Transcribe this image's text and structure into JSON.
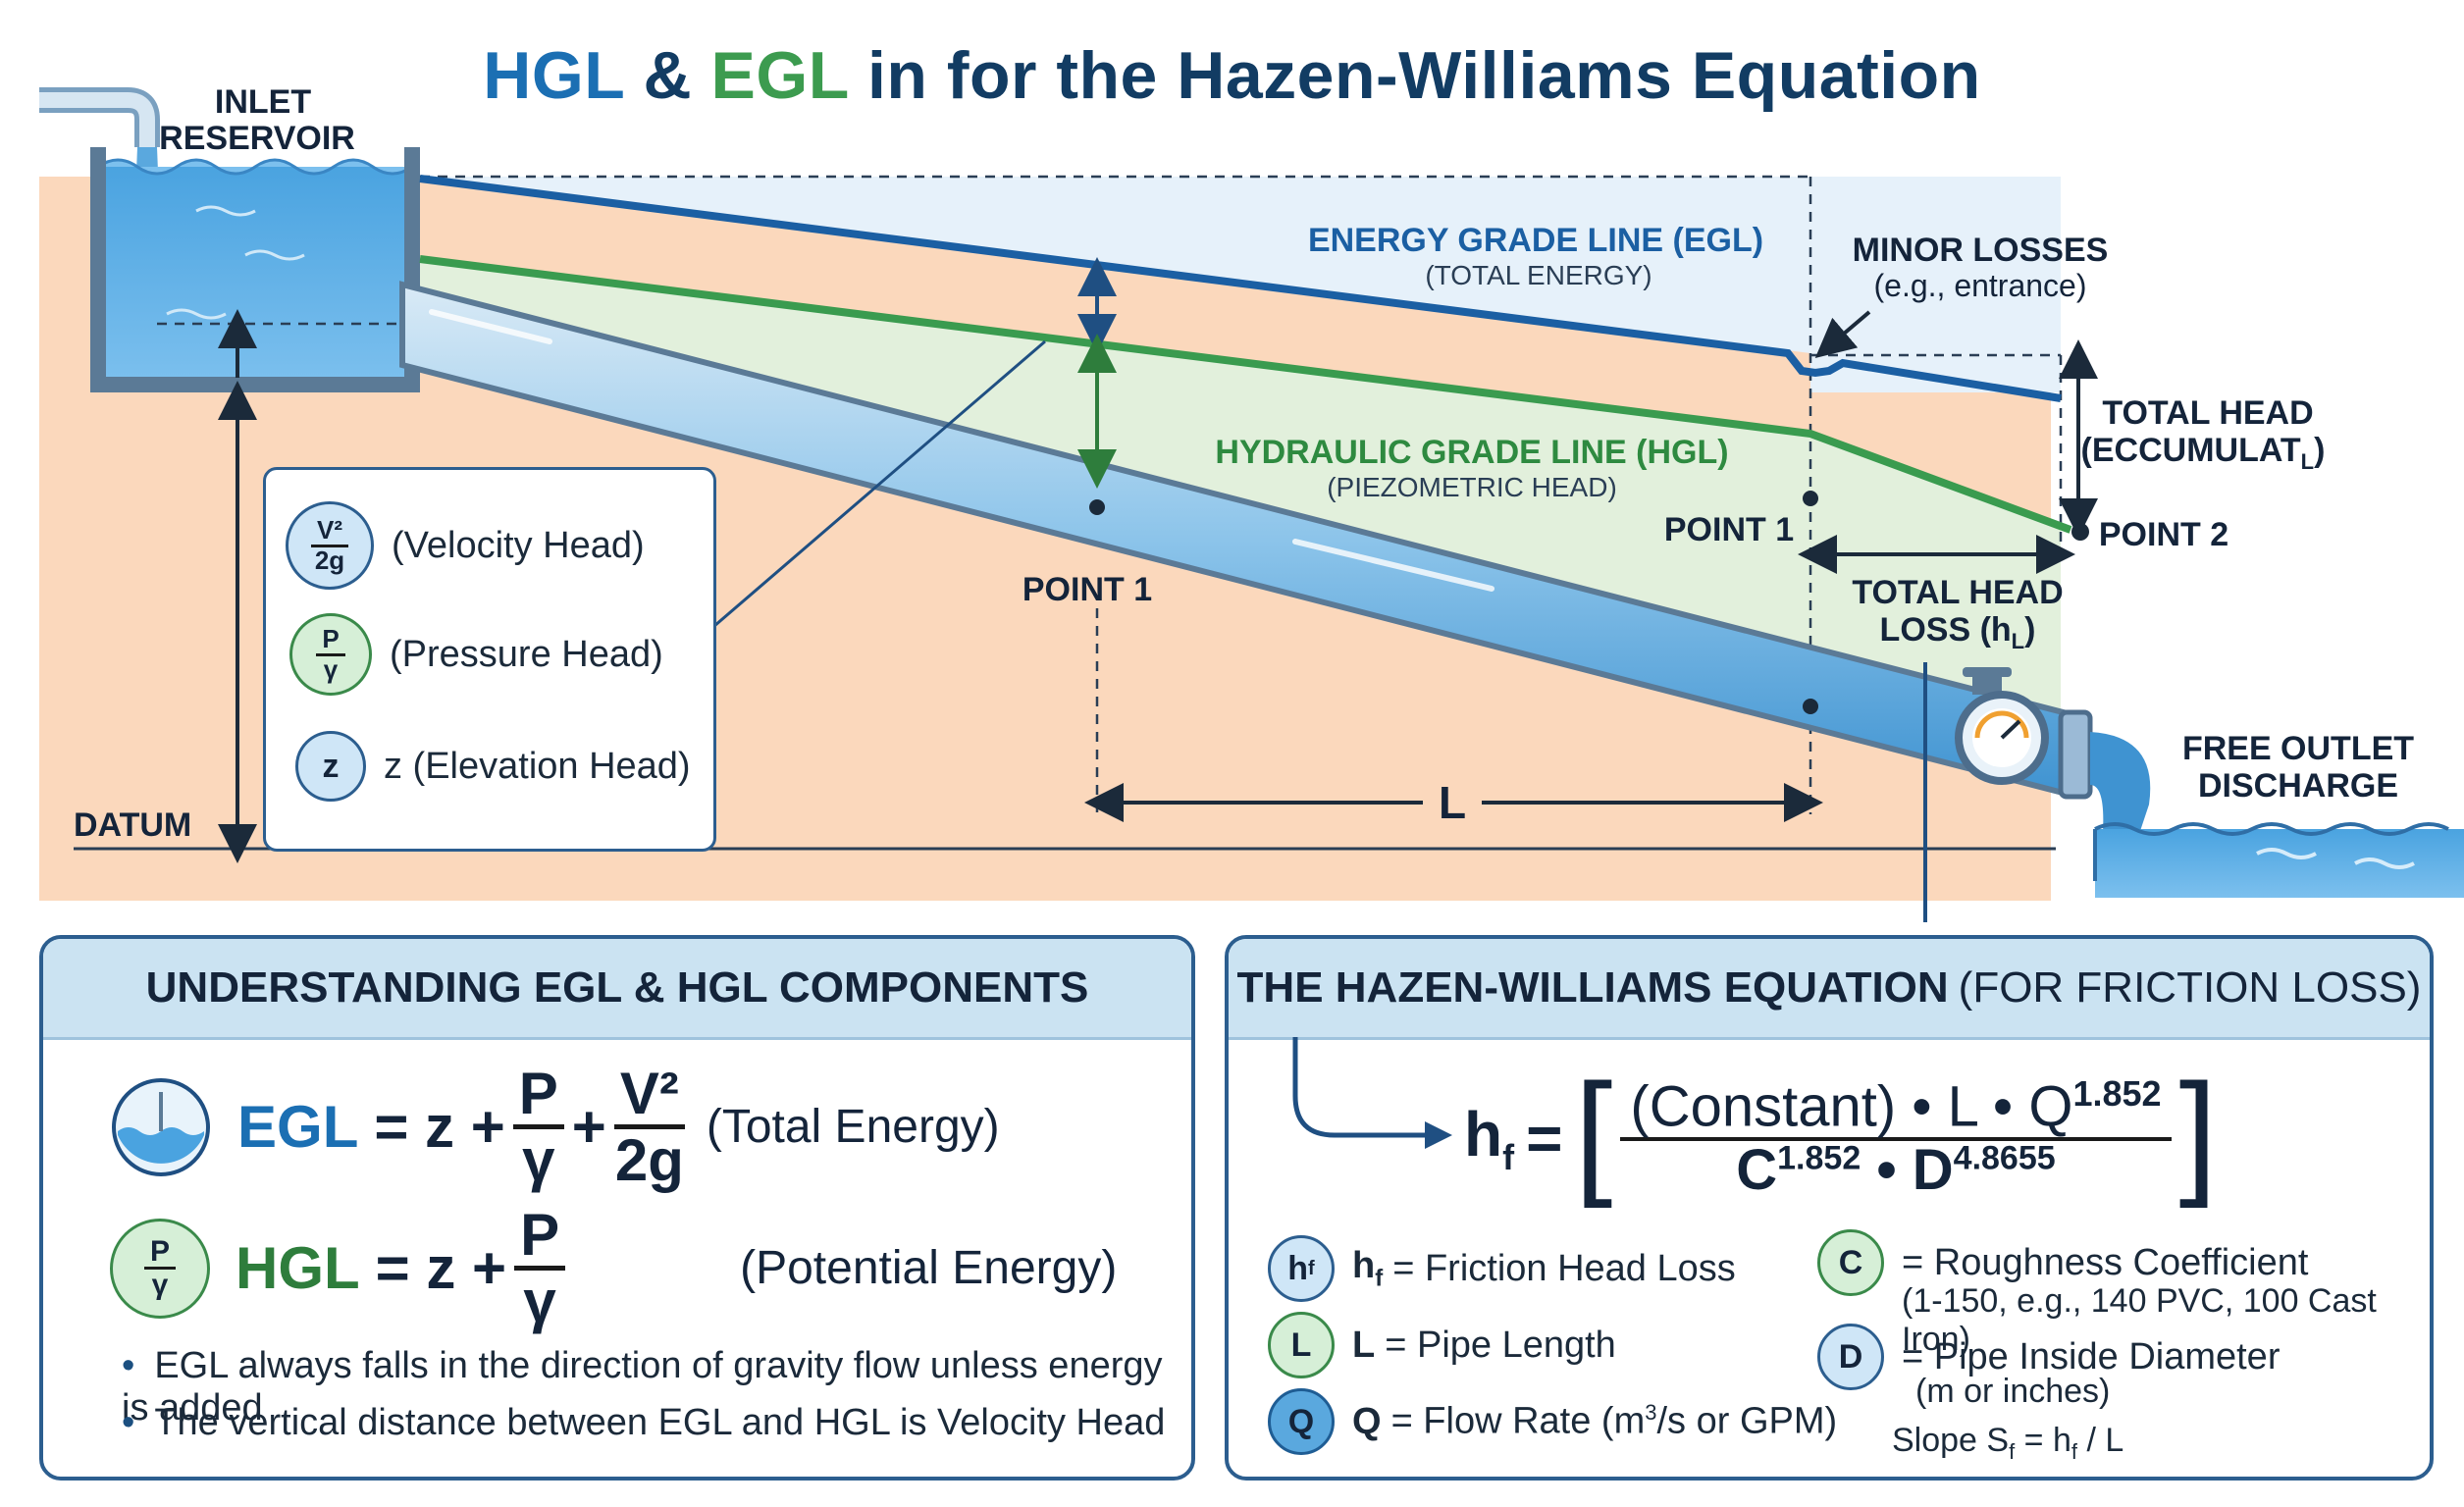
{
  "title": {
    "part1": "HGL",
    "part2": "&",
    "part3": "EGL",
    "part4": "in for the Hazen-Williams Equation"
  },
  "diagram": {
    "inlet_reservoir": [
      "INLET",
      "RESERVOIR"
    ],
    "egl_label": "ENERGY GRADE LINE (EGL)",
    "egl_sub": "(TOTAL ENERGY)",
    "hgl_label": "HYDRAULIC GRADE LINE (HGL)",
    "hgl_sub": "(PIEZOMETRIC HEAD)",
    "minor_losses": "MINOR LOSSES",
    "minor_losses_sub": "(e.g., entrance)",
    "total_head_accum": [
      "TOTAL HEAD",
      "(ECCUMULAT",
      "L",
      ")"
    ],
    "point1_pipe": "POINT 1",
    "point1_right": "POINT 1",
    "point2": "POINT 2",
    "total_head_loss": [
      "TOTAL HEAD",
      "LOSS (h",
      "L",
      ")"
    ],
    "length_label": "L",
    "datum": "DATUM",
    "free_outlet": [
      "FREE OUTLET",
      "DISCHARGE"
    ],
    "legend": {
      "velocity": {
        "num": "V²",
        "den": "2g",
        "text": "(Velocity Head)"
      },
      "pressure": {
        "num": "P",
        "den": "γ",
        "text": "(Pressure Head)"
      },
      "elevation": {
        "sym": "z",
        "text": "z (Elevation Head)"
      }
    }
  },
  "components_panel": {
    "title": "UNDERSTANDING EGL & HGL COMPONENTS",
    "egl": {
      "lhs": "EGL",
      "eq": "= z +",
      "p": "P",
      "gamma": "γ",
      "plus": "+",
      "v2": "V²",
      "g2": "2g",
      "desc": "(Total Energy)"
    },
    "hgl": {
      "icon_num": "P",
      "icon_den": "γ",
      "lhs": "HGL",
      "eq": "= z +",
      "p": "P",
      "gamma": "γ",
      "desc": "(Potential Energy)"
    },
    "bullets": [
      "EGL always falls in the direction of gravity flow unless energy is added",
      "The vertical distance between EGL and HGL is Velocity Head"
    ]
  },
  "hazen_panel": {
    "title": "THE HAZEN-WILLIAMS EQUATION",
    "title_sub": "(FOR FRICTION LOSS)",
    "lhs": "h",
    "lhs_sub": "f",
    "numerator": "(Constant) • L • Q",
    "num_exp": "1.852",
    "den_c": "C",
    "den_c_exp": "1.852",
    "den_mid": " • D",
    "den_d_exp": "4.8655",
    "vars": {
      "hf": {
        "icon": "h",
        "icon_sub": "f",
        "sym": "h",
        "sym_sub": "f",
        "text": "= Friction Head Loss"
      },
      "L": {
        "icon": "L",
        "sym": "L",
        "text": "= Pipe Length"
      },
      "Q": {
        "icon": "Q",
        "sym": "Q",
        "text": "= Flow Rate (m",
        "text_sup": "3",
        "text2": "/s or GPM)"
      },
      "C": {
        "icon": "C",
        "text": "= Roughness Coefficient",
        "note": "(1-150, e.g., 140 PVC, 100 Cast Iron)"
      },
      "D": {
        "icon": "D",
        "text": "= Pipe Inside Diameter",
        "note": "(m or inches)"
      }
    },
    "slope": {
      "text": "Slope S",
      "sub": "f",
      "eq": " = h",
      "sub2": "f",
      "tail": " / L"
    }
  }
}
